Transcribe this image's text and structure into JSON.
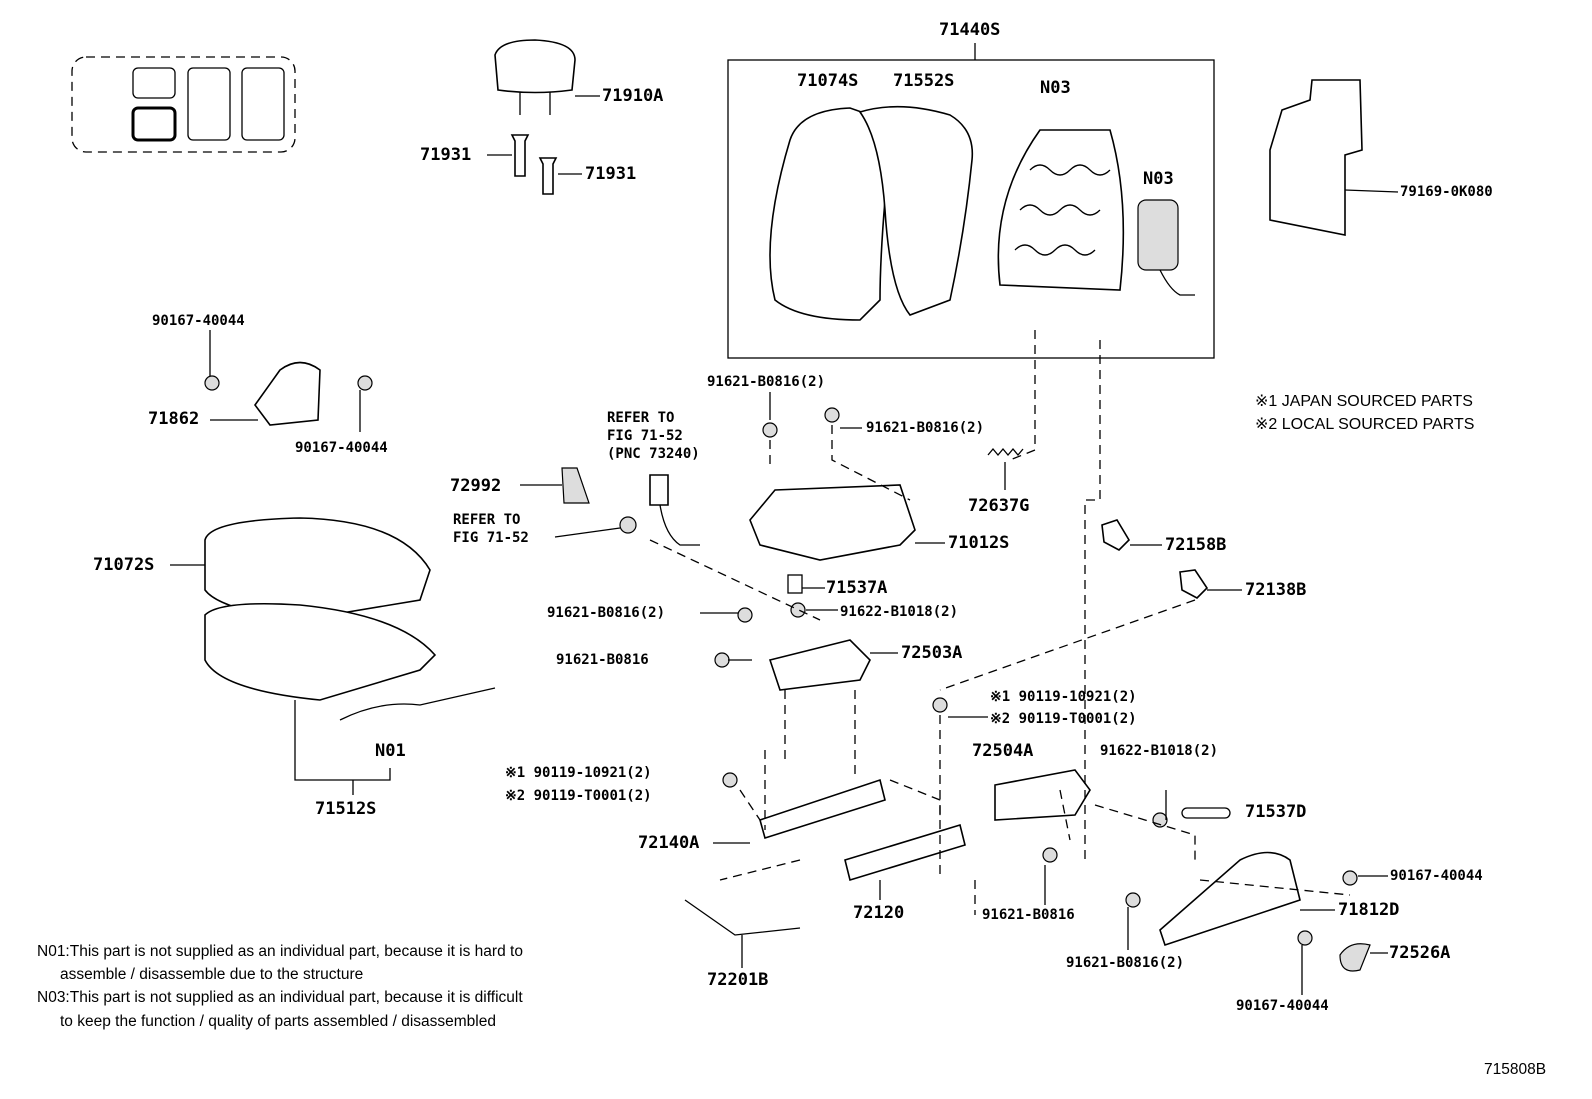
{
  "labels": {
    "l71440S": "71440S",
    "l71074S": "71074S",
    "l71552S": "71552S",
    "n03a": "N03",
    "n03b": "N03",
    "l71910A": "71910A",
    "l71931a": "71931",
    "l71931b": "71931",
    "l79169": "79169-0K080",
    "l90167a": "90167-40044",
    "l71862": "71862",
    "l90167b": "90167-40044",
    "l91621a": "91621-B0816(2)",
    "l91621b": "91621-B0816(2)",
    "refer1": [
      "REFER TO",
      "FIG 71-52",
      "(PNC 73240)"
    ],
    "l72992": "72992",
    "refer2": [
      "REFER TO",
      "FIG 71-52"
    ],
    "l72637G": "72637G",
    "l71012S": "71012S",
    "l72158B": "72158B",
    "l71072S": "71072S",
    "l71537A": "71537A",
    "l72138B": "72138B",
    "l91621c": "91621-B0816(2)",
    "l91622a": "91622-B1018(2)",
    "l91621d": "91621-B0816",
    "l72503A": "72503A",
    "j1a": "※1 90119-10921(2)",
    "j2a": "※2 90119-T0001(2)",
    "l72504A": "72504A",
    "l91622b": "91622-B1018(2)",
    "n01": "N01",
    "j1b": "※1 90119-10921(2)",
    "j2b": "※2 90119-T0001(2)",
    "l71512S": "71512S",
    "l71537D": "71537D",
    "l72140A": "72140A",
    "l90167c": "90167-40044",
    "l71812D": "71812D",
    "l72120": "72120",
    "l91621e": "91621-B0816",
    "l91621f": "91621-B0816(2)",
    "l72526A": "72526A",
    "l72201B": "72201B",
    "l90167d": "90167-40044"
  },
  "legend": [
    "※1 JAPAN SOURCED PARTS",
    "※2 LOCAL SOURCED PARTS"
  ],
  "notes": [
    "N01:This part is not supplied as an individual part, because it is hard to",
    "assemble / disassemble due to the structure",
    "N03:This part is not supplied as an individual part, because it is difficult",
    "to keep the function / quality of parts assembled / disassembled"
  ],
  "figure_id": "715808B"
}
